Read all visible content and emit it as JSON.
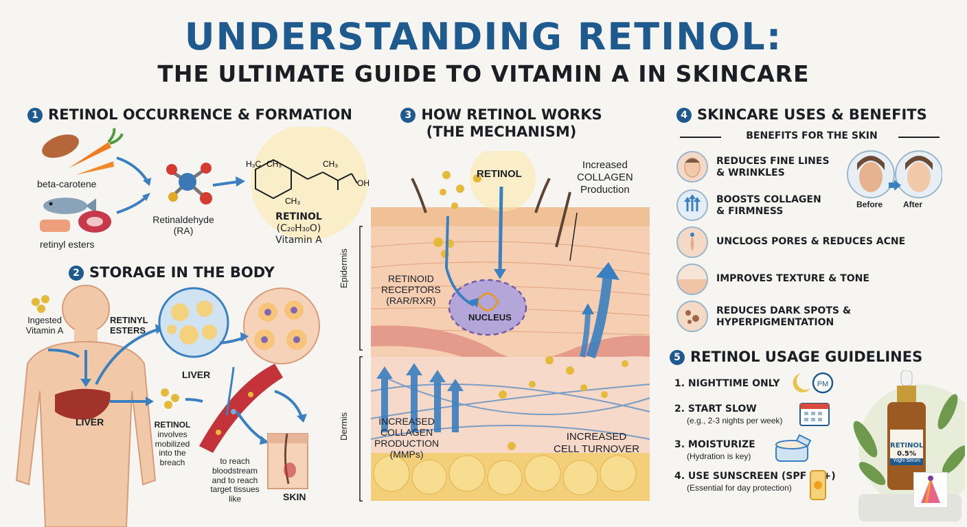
{
  "title": {
    "line1": "UNDERSTANDING RETINOL:",
    "line2": "THE ULTIMATE GUIDE TO VITAMIN A IN SKINCARE"
  },
  "section1": {
    "number": "1",
    "heading": "RETINOL OCCURRENCE & FORMATION",
    "beta_carotene": "beta-carotene",
    "retinyl_esters": "retinyl esters",
    "retinaldehyde_1": "Retinaldehyde",
    "retinaldehyde_2": "(RA)",
    "retinol_1": "RETINOL",
    "retinol_2": "(C₂₀H₃₀O)",
    "retinol_3": "Vitamin A",
    "struct_h3c": "H₃C",
    "struct_ch3a": "CH₃",
    "struct_ch3b": "CH₃",
    "struct_ch3c": "CH₃",
    "struct_oh": "OH"
  },
  "section2": {
    "number": "2",
    "heading": "STORAGE IN THE BODY",
    "ingested_1": "Ingested",
    "ingested_2": "Vitamin A",
    "retinyl_1": "RETINYL",
    "retinyl_2": "ESTERS",
    "liver_cells": "LIVER",
    "liver_organ": "LIVER",
    "mobilized_1": "RETINOL",
    "mobilized_2": "involves",
    "mobilized_3": "mobilized",
    "mobilized_4": "into the",
    "mobilized_5": "breach",
    "reach_1": "to reach",
    "reach_2": "bloodstream",
    "reach_3": "and to reach",
    "reach_4": "target tissues",
    "reach_5": "like",
    "skin": "SKIN"
  },
  "section3": {
    "number": "3",
    "heading_1": "HOW RETINOL WORKS",
    "heading_2": "(THE MECHANISM)",
    "retinol": "RETINOL",
    "collagen_top_1": "Increased",
    "collagen_top_2": "COLLAGEN",
    "collagen_top_3": "Production",
    "receptors_1": "RETINOID",
    "receptors_2": "RECEPTORS",
    "receptors_3": "(RAR/RXR)",
    "nucleus": "NUCLEUS",
    "epidermis": "Epidermis",
    "dermis": "Dermis",
    "collagen_bottom_1": "INCREASED",
    "collagen_bottom_2": "COLLAGEN",
    "collagen_bottom_3": "PRODUCTION",
    "collagen_bottom_4": "(MMPs)",
    "turnover_1": "INCREASED",
    "turnover_2": "CELL TURNOVER"
  },
  "section4": {
    "number": "4",
    "heading": "SKINCARE USES & BENEFITS",
    "subheading": "BENEFITS FOR THE SKIN",
    "benefits": [
      {
        "l1": "REDUCES FINE LINES",
        "l2": "& WRINKLES",
        "icon": "face-icon"
      },
      {
        "l1": "BOOSTS COLLAGEN",
        "l2": "& FIRMNESS",
        "icon": "collagen-arrows-icon"
      },
      {
        "l1": "UNCLOGS PORES & REDUCES ACNE",
        "l2": "",
        "icon": "pore-icon"
      },
      {
        "l1": "IMPROVES TEXTURE & TONE",
        "l2": "",
        "icon": "skin-layer-icon"
      },
      {
        "l1": "REDUCES DARK SPOTS &",
        "l2": "HYPERPIGMENTATION",
        "icon": "dark-spots-icon"
      }
    ],
    "before": "Before",
    "after": "After"
  },
  "section5": {
    "number": "5",
    "heading": "RETINOL USAGE GUIDELINES",
    "items": [
      {
        "main": "1.  NIGHTTIME ONLY",
        "sub": "",
        "icon": "moon-clock-icon"
      },
      {
        "main": "2. START SLOW",
        "sub": "(e.g., 2-3 nights per week)",
        "icon": "calendar-icon"
      },
      {
        "main": "3. MOISTURIZE",
        "sub": "(Hydration is key)",
        "icon": "cream-jar-icon"
      },
      {
        "main": "4. USE SUNSCREEN (SPF 30+)",
        "sub": "(Essential for day protection)",
        "icon": "sunscreen-icon"
      }
    ],
    "clock_text": "PM",
    "bottle_1": "RETINOL",
    "bottle_2": "0.5%",
    "bottle_3": "Yoghi Serum"
  },
  "colors": {
    "title_blue": "#1f5a8e",
    "arrow_blue": "#3a7fbf",
    "droplet_gold": "#e5b93a",
    "skin_tone": "#f2c9a8"
  }
}
